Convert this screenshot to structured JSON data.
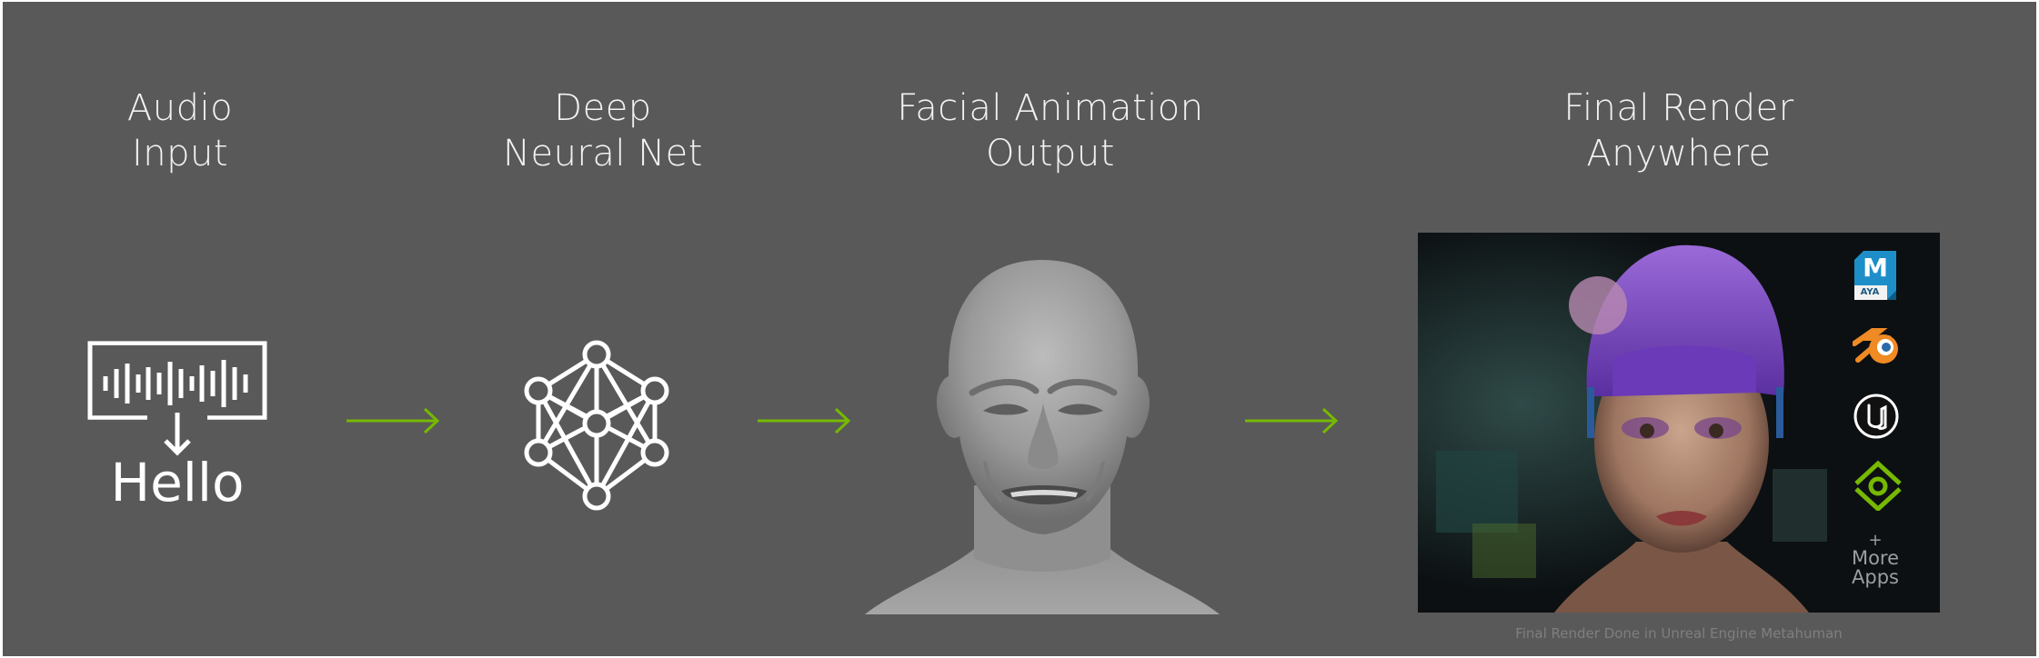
{
  "stages": [
    {
      "line1": "Audio",
      "line2": "Input"
    },
    {
      "line1": "Deep",
      "line2": "Neural Net"
    },
    {
      "line1": "Facial Animation",
      "line2": "Output"
    },
    {
      "line1": "Final Render",
      "line2": "Anywhere"
    }
  ],
  "audio_input": {
    "word": "Hello"
  },
  "render_panel": {
    "apps": [
      {
        "name": "maya-icon",
        "letter": "M",
        "sub": "AYA"
      },
      {
        "name": "blender-icon"
      },
      {
        "name": "unreal-engine-icon"
      },
      {
        "name": "nvidia-omniverse-icon"
      }
    ],
    "more_apps": {
      "plus": "+",
      "line1": "More",
      "line2": "Apps"
    }
  },
  "caption": "Final Render Done in Unreal Engine Metahuman",
  "colors": {
    "background": "#595959",
    "arrow": "#76b900",
    "text": "#f2f2f2",
    "caption": "#7f7f7f"
  }
}
